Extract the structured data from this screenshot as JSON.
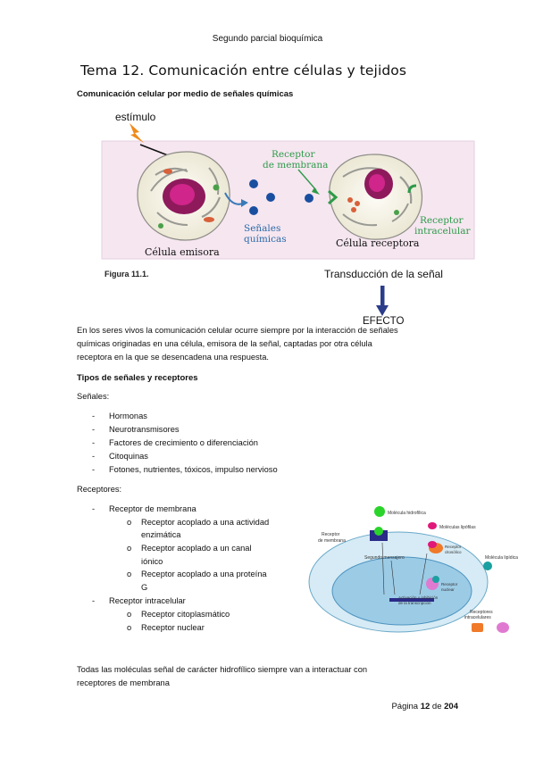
{
  "header": "Segundo parcial bioquímica",
  "title": "Tema 12. Comunicación entre células y tejidos",
  "section1_heading": "Comunicación celular por medio de señales químicas",
  "figure1": {
    "stimulus": "estímulo",
    "receptor_membrane": [
      "Receptor",
      "de membrana"
    ],
    "signals": [
      "Señales",
      "químicas"
    ],
    "emitter": "Célula emisora",
    "receiver": "Célula receptora",
    "receptor_intracellular": [
      "Receptor",
      "intracelular"
    ],
    "caption": "Figura 11.1.",
    "transduction": "Transducción de la señal",
    "effect": "EFECTO"
  },
  "paragraph1": [
    "En los seres vivos la comunicación celular ocurre siempre por la interacción de señales",
    "químicas originadas en una célula, emisora de la señal, captadas por otra célula",
    "receptora en la que se desencadena una respuesta."
  ],
  "section2_heading": "Tipos de señales y receptores",
  "signals_label": "Señales:",
  "signals_list": [
    "Hormonas",
    "Neurotransmisores",
    "Factores de crecimiento o diferenciación",
    "Citoquinas",
    "Fotones, nutrientes, tóxicos, impulso nervioso"
  ],
  "receptors_label": "Receptores:",
  "receptors": {
    "membrane": "Receptor de membrana",
    "membrane_sub": [
      [
        "Receptor acoplado a una actividad",
        "enzimática"
      ],
      [
        "Receptor acoplado a un canal",
        "iónico"
      ],
      [
        "Receptor acoplado a una proteína",
        "G"
      ]
    ],
    "intracellular": "Receptor intracelular",
    "intracellular_sub": [
      "Receptor citoplasmático",
      "Receptor nuclear"
    ]
  },
  "figure2": {
    "hydrophilic": "Molécula hidrofílica",
    "small": "Moléculas lipófilas",
    "membrane_receptor": [
      "Receptor",
      "de membrana"
    ],
    "second_messenger": "Segundo mensajero",
    "cytosolic": [
      "Receptor",
      "citosólico"
    ],
    "lipid": "Molécula lipídica",
    "nuclear": [
      "Receptor",
      "nuclear"
    ],
    "transcription": [
      "Activación o inhibición",
      "de la transcripción"
    ],
    "intracellular": [
      "Receptores",
      "intracelulares"
    ]
  },
  "paragraph2": [
    "Todas las moléculas señal de carácter hidrofílico siempre van a interactuar con",
    "receptores de membrana"
  ],
  "footer": {
    "prefix": "Página ",
    "page": "12",
    "of": " de ",
    "total": "204"
  },
  "colors": {
    "figure_bg": "#f6e6f0",
    "nucleus": "#c0177a",
    "signal": "#1a4fa0",
    "receptor": "#2e9a4a",
    "arrow": "#2b3c8a",
    "stimulus": "#f08a1c"
  }
}
